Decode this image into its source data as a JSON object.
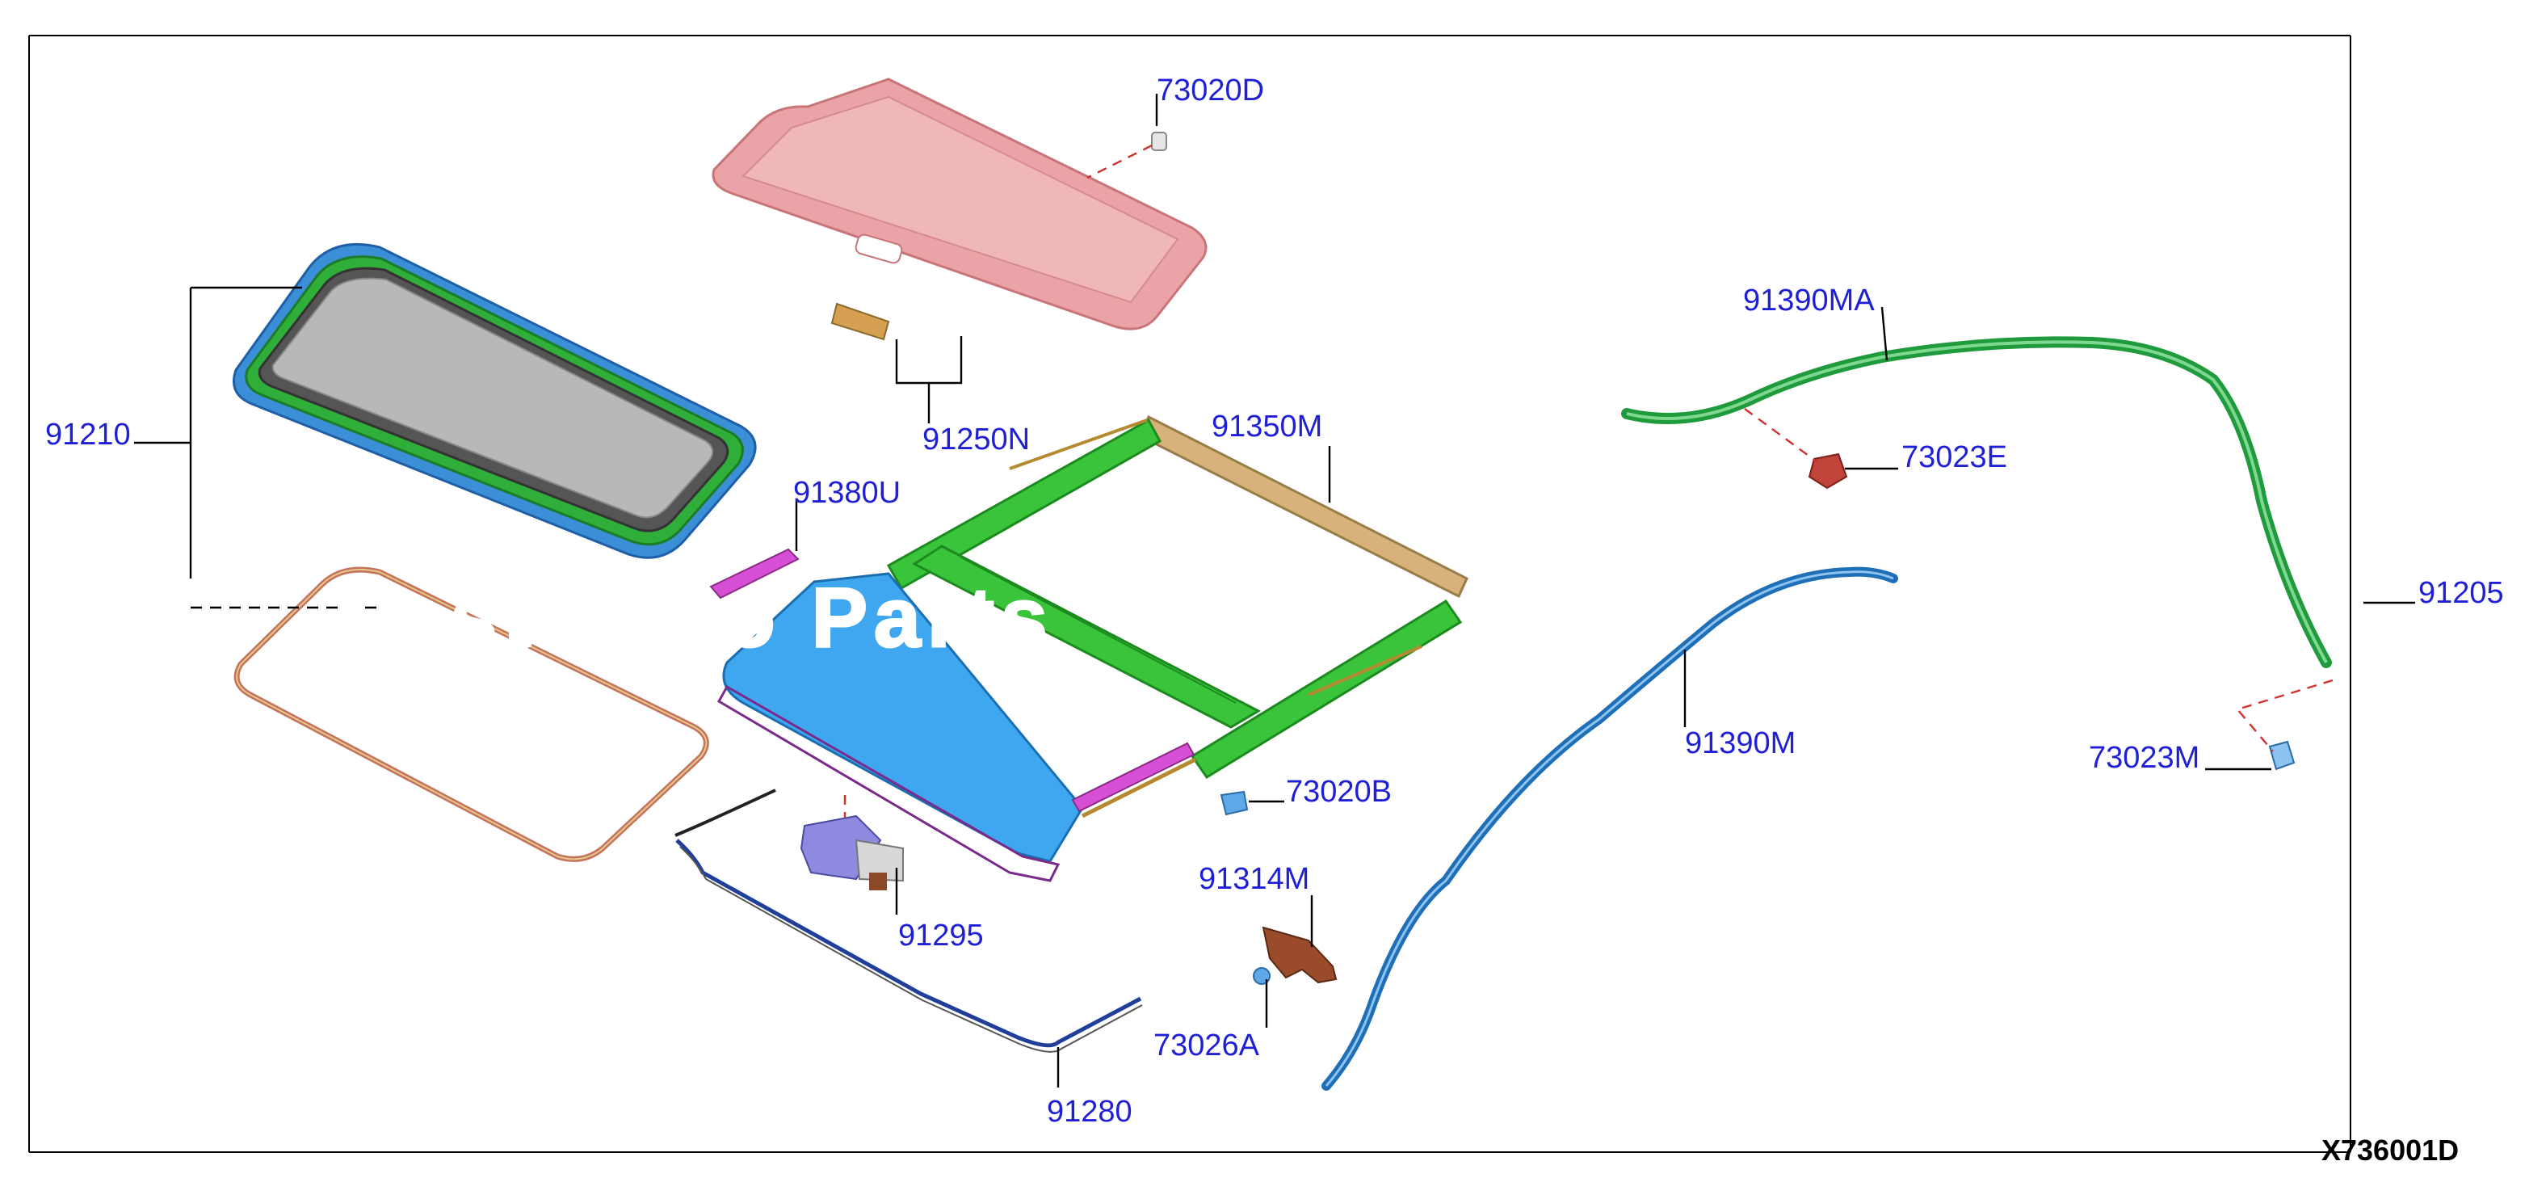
{
  "diagram": {
    "callouts": {
      "c73020D": "73020D",
      "c91210": "91210",
      "c91250N": "91250N",
      "c91350M": "91350M",
      "c91380U": "91380U",
      "c91390MA": "91390MA",
      "c73023E": "73023E",
      "c91205": "91205",
      "c91390M": "91390M",
      "c73023M": "73023M",
      "c73020B": "73020B",
      "c91314M": "91314M",
      "c91295": "91295",
      "c73026A": "73026A",
      "c91280": "91280"
    },
    "diagram_code": "X736001D",
    "watermark": "Fast Auto Parts"
  },
  "colors": {
    "callout": "#1f1fd6",
    "glass": "#b8b8b8",
    "glass_frame": "#3a8fd6",
    "glass_seal": "#2fae3a",
    "shade": "#eaa3a6",
    "frame_green": "#39c43b",
    "frame_blue": "#3ea7ef",
    "deflector": "#d7b27a",
    "trim": "#d64fd4",
    "drain_green": "#1f9a3c",
    "drain_blue": "#1f6fb8",
    "bracket": "#9a4b2a",
    "clip_red": "#c0443a"
  },
  "icons": {
    "glass_panel": "glass-panel-icon",
    "sun_shade": "sunshade-icon",
    "frame": "sunroof-frame-icon",
    "motor": "motor-icon",
    "drain_hose": "drain-hose-icon",
    "clip": "clip-icon",
    "bracket": "bracket-icon"
  }
}
